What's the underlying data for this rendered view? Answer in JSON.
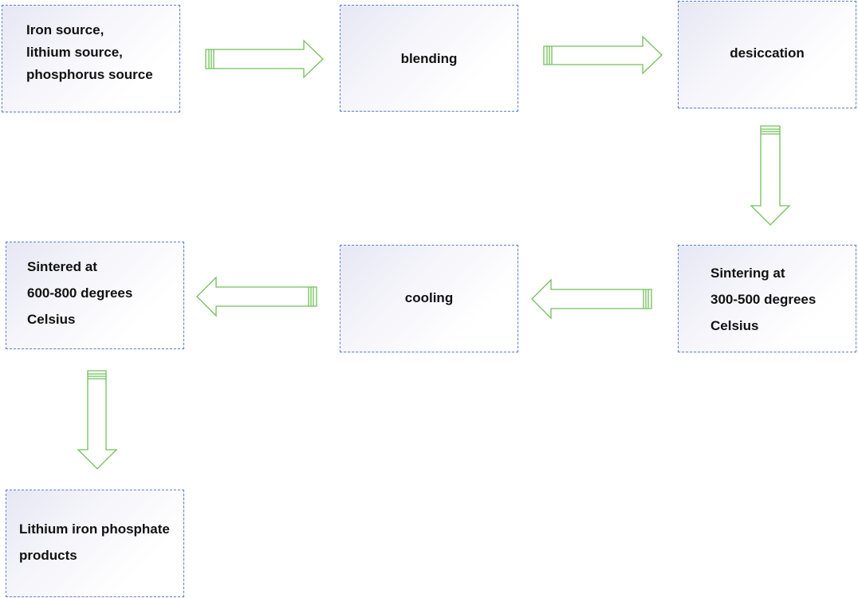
{
  "nodes": {
    "sources": {
      "lines": [
        "Iron source,",
        "lithium source,",
        "phosphorus source"
      ]
    },
    "blending": {
      "label": "blending"
    },
    "desiccation": {
      "label": "desiccation"
    },
    "sintering_low": {
      "lines": [
        "Sintering at",
        "300-500 degrees",
        "Celsius"
      ]
    },
    "cooling": {
      "label": "cooling"
    },
    "sintering_high": {
      "lines": [
        "Sintered at",
        "600-800 degrees",
        "Celsius"
      ]
    },
    "product": {
      "lines": [
        "Lithium iron phosphate",
        "products"
      ]
    }
  },
  "colors": {
    "box_border": "#5b7fc4",
    "arrow_stroke": "#72c05a",
    "text": "#111111"
  }
}
